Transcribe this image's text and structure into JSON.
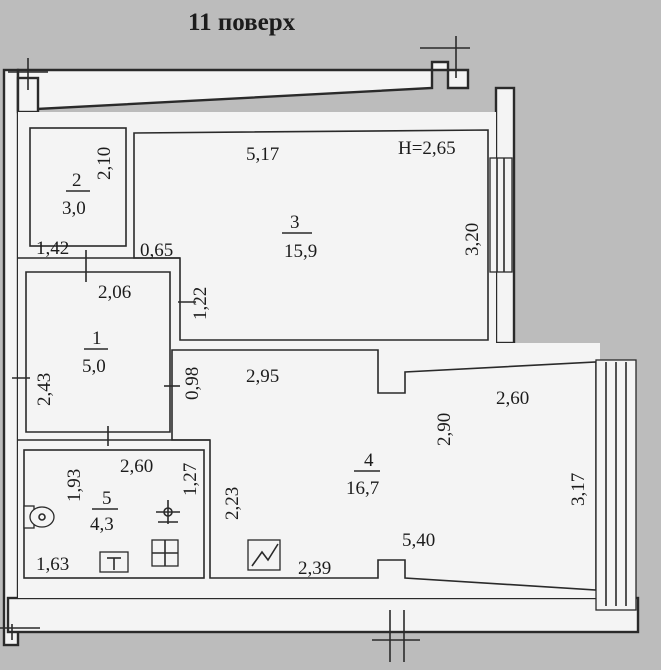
{
  "floor_title": "11 поверх",
  "ceiling_height": "H=2,65",
  "rooms": [
    {
      "number": "1",
      "area": "5,0"
    },
    {
      "number": "2",
      "area": "3,0"
    },
    {
      "number": "3",
      "area": "15,9"
    },
    {
      "number": "4",
      "area": "16,7"
    },
    {
      "number": "5",
      "area": "4,3"
    }
  ],
  "dimensions": {
    "room2_width": "2,10",
    "room2_bottom": "1,42",
    "room3_width": "5,17",
    "room3_height": "3,20",
    "room3_notch": "0,65",
    "room3_passage": "1,22",
    "room1_width": "2,06",
    "room1_height": "2,43",
    "room1_door": "0,98",
    "room4_top": "2,95",
    "room4_niche": "2,90",
    "room4_depth": "2,60",
    "room4_window": "3,17",
    "room4_length": "5,40",
    "room4_bottom": "2,39",
    "room4_left": "2,23",
    "room5_width": "2,60",
    "room5_top": "1,93",
    "room5_side": "1,27",
    "room5_bottom": "1,63"
  },
  "icons": [
    "toilet-icon",
    "lamp-icon",
    "electrical-panel-icon",
    "ventilation-shaft-icon",
    "sink-icon"
  ]
}
